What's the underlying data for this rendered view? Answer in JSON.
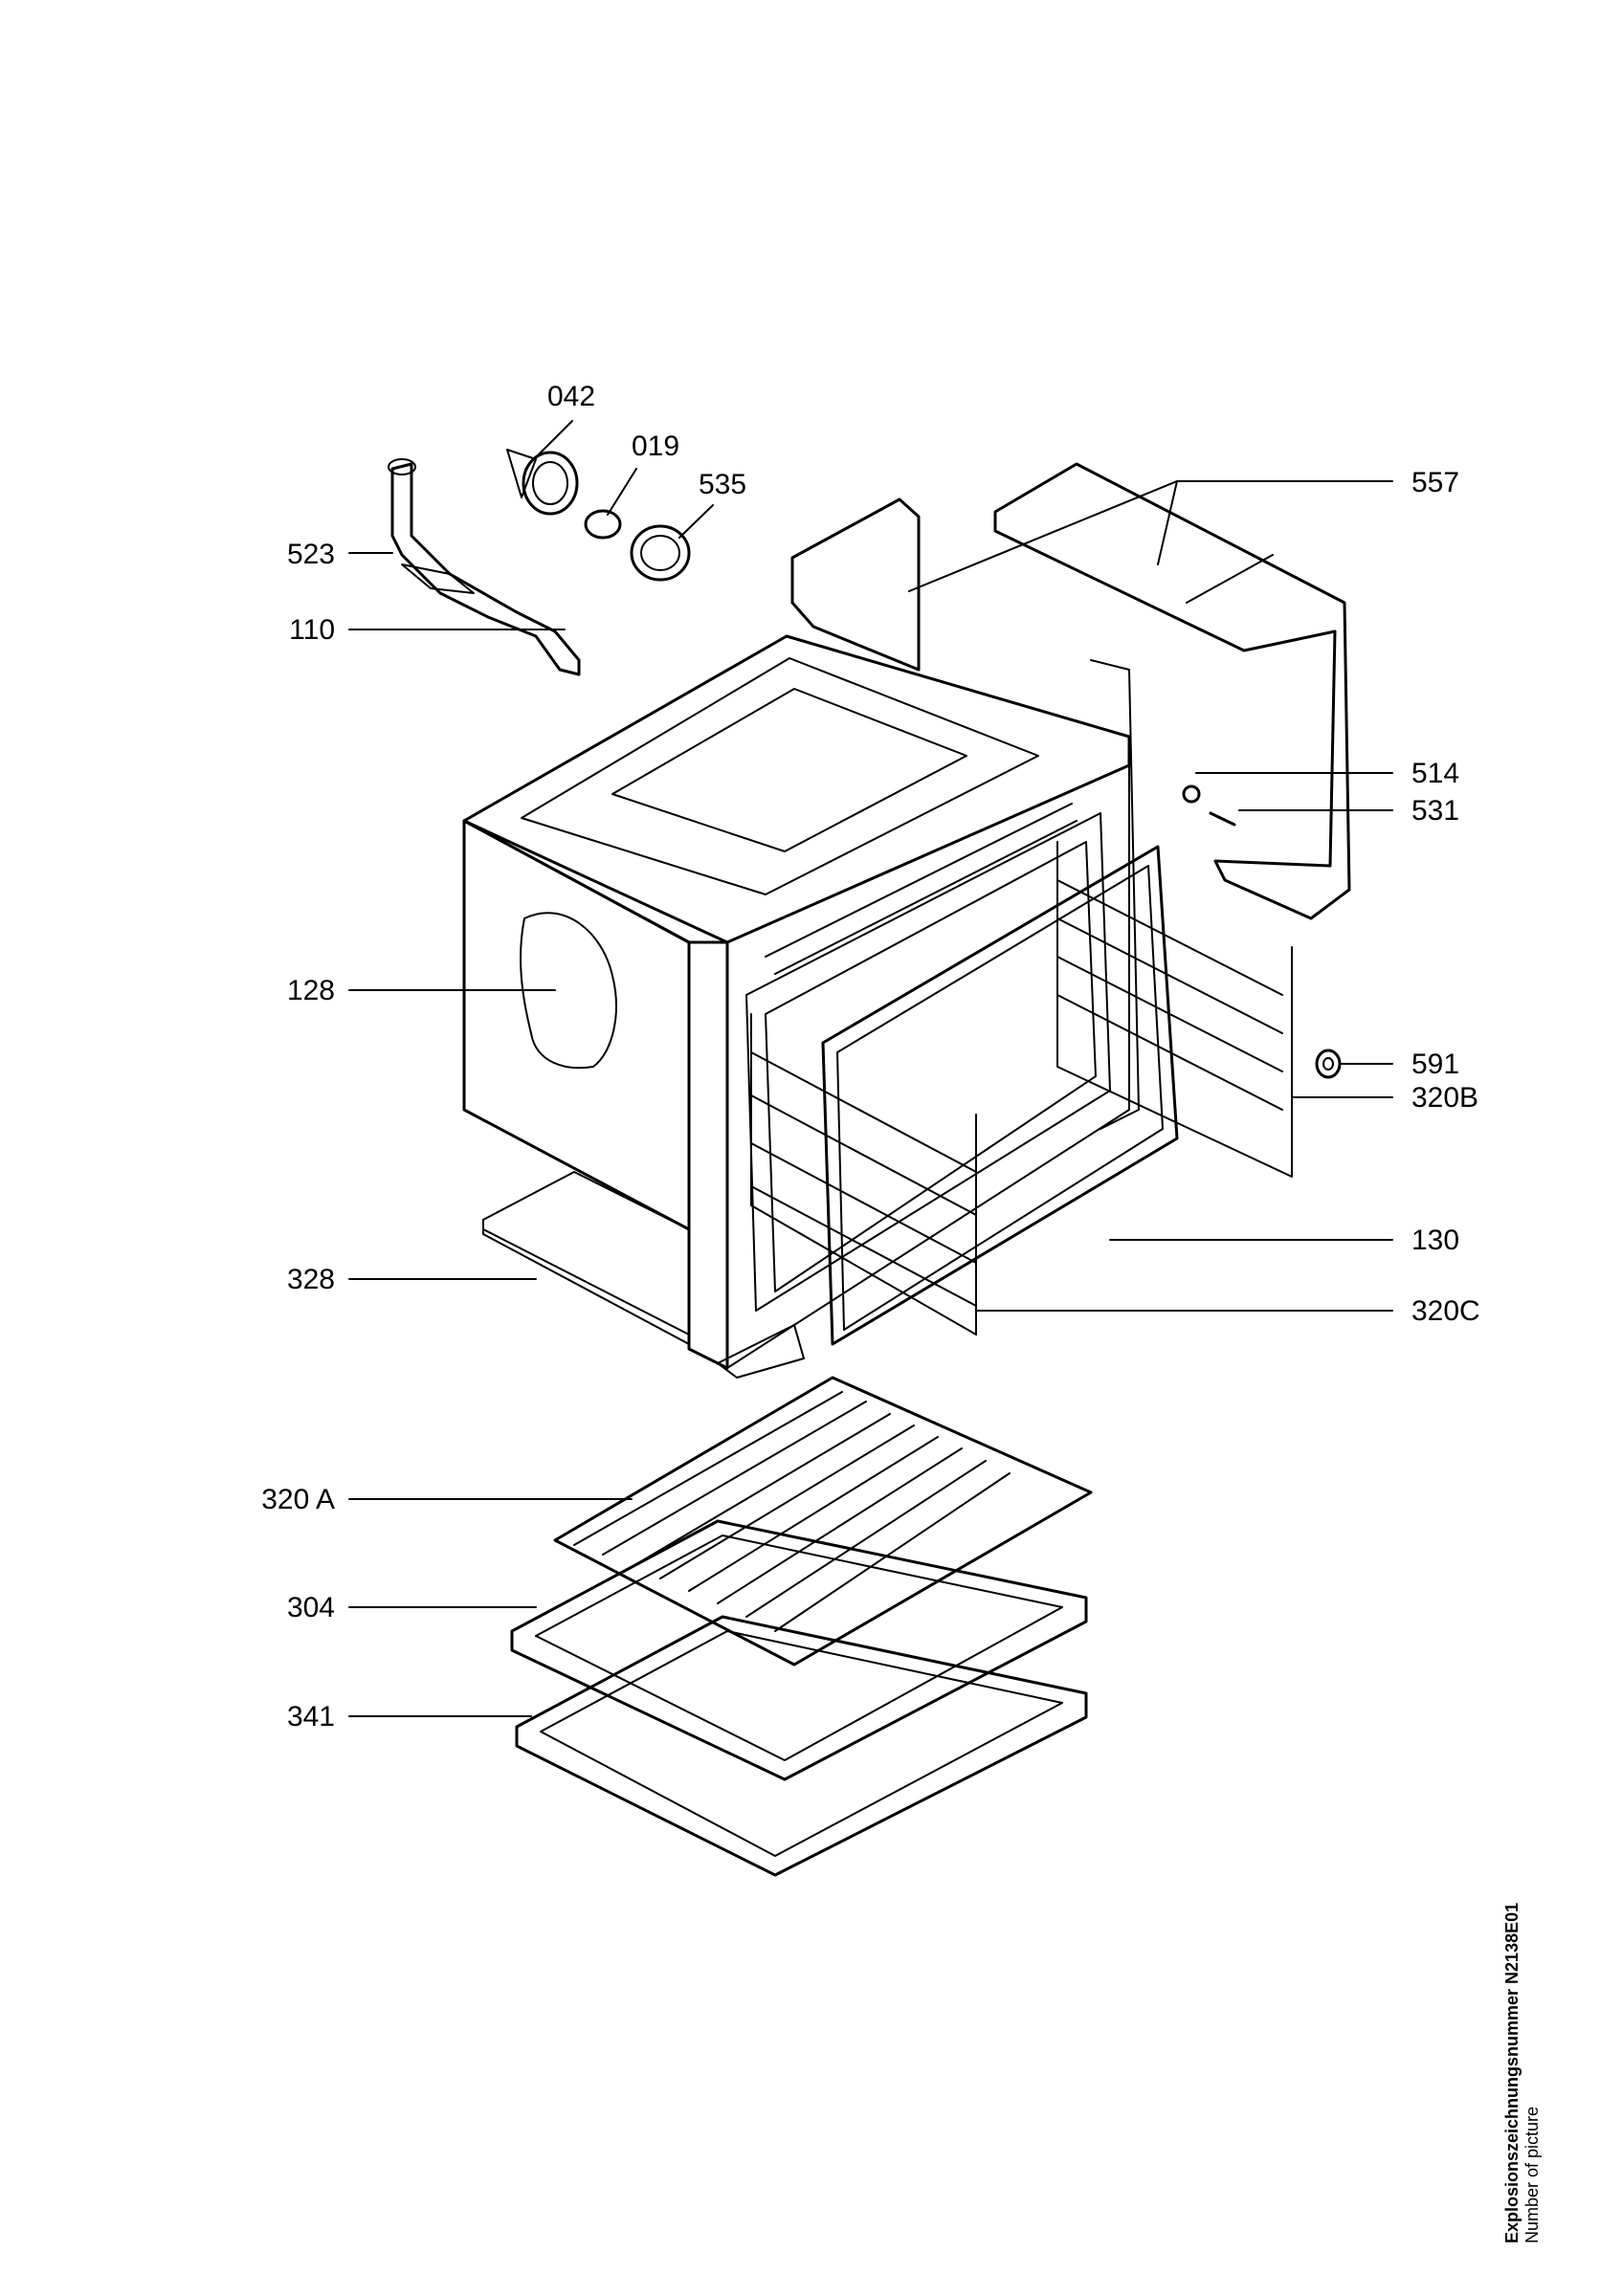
{
  "callouts": {
    "c042": "042",
    "c019": "019",
    "c535": "535",
    "c557": "557",
    "c523": "523",
    "c110": "110",
    "c514": "514",
    "c531": "531",
    "c128": "128",
    "c591": "591",
    "c320B": "320B",
    "c130": "130",
    "c328": "328",
    "c320C": "320C",
    "c320A": "320 A",
    "c304": "304",
    "c341": "341"
  },
  "caption": {
    "title": "Explosionszeichnungsnummer N2138E01",
    "subtitle": "Number of picture"
  }
}
